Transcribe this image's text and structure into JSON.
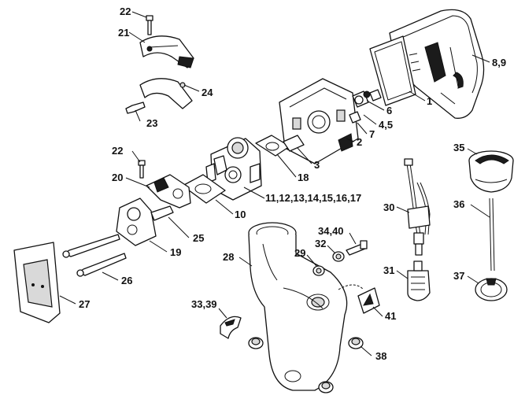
{
  "callouts": {
    "c1": "1",
    "c2": "2",
    "c3": "3",
    "c4_5": "4,5",
    "c6": "6",
    "c7": "7",
    "c8_9": "8,9",
    "c10": "10",
    "c11_17": "11,12,13,14,15,16,17",
    "c18": "18",
    "c19": "19",
    "c20": "20",
    "c21": "21",
    "c22a": "22",
    "c22b": "22",
    "c23": "23",
    "c24": "24",
    "c25": "25",
    "c26": "26",
    "c27": "27",
    "c28": "28",
    "c29": "29",
    "c30": "30",
    "c31": "31",
    "c32": "32",
    "c33_39": "33,39",
    "c34_40": "34,40",
    "c35": "35",
    "c36": "36",
    "c37": "37",
    "c38": "38",
    "c41": "41"
  }
}
